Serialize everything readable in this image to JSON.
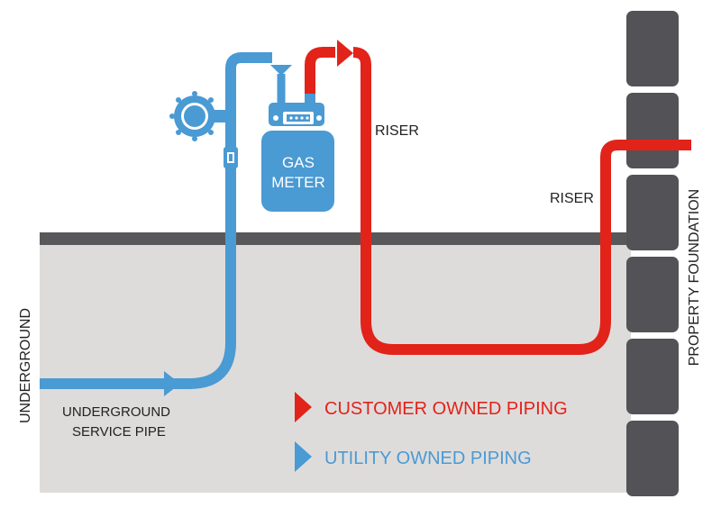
{
  "labels": {
    "riser_upper": "RISER",
    "riser_lower": "RISER",
    "gas_meter_line1": "GAS",
    "gas_meter_line2": "METER",
    "underground_side": "UNDERGROUND",
    "service_pipe_line1": "UNDERGROUND",
    "service_pipe_line2": "SERVICE PIPE",
    "foundation": "PROPERTY FOUNDATION"
  },
  "legend": {
    "customer": "CUSTOMER OWNED PIPING",
    "utility": "UTILITY OWNED PIPING"
  },
  "colors": {
    "utility_pipe": "#4a9ad4",
    "customer_pipe": "#e2231a",
    "ground": "#dedcdb",
    "grade_line": "#58585a",
    "foundation_block": "#535256",
    "meter": "#4a9ad4"
  }
}
